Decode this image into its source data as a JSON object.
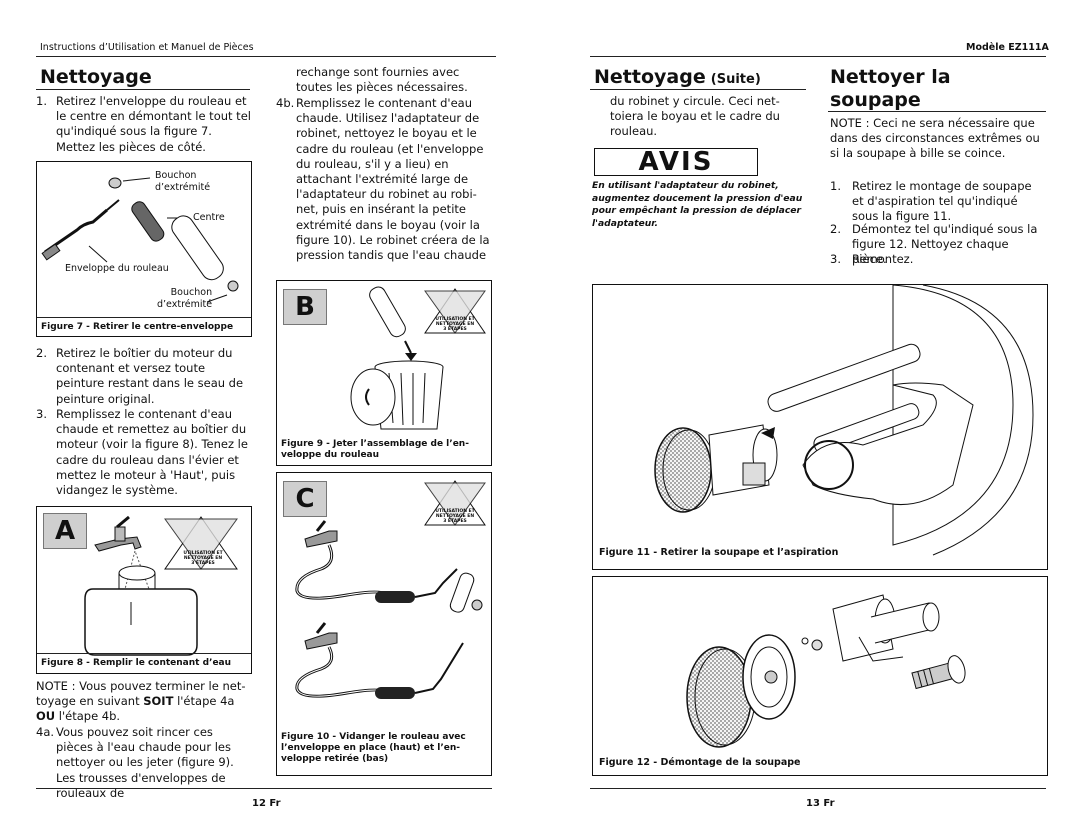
{
  "header": {
    "left": "Instructions d’Utilisation et Manuel de Pièces",
    "right": "Modèle EZ111A"
  },
  "left_page": {
    "title": "Nettoyage",
    "step1_num": "1.",
    "step1_text": "Retirez l'enveloppe du rouleau et le centre en démontant le tout tel qu'indiqué sous la figure 7. Mettez les pièces de côté.",
    "fig7": {
      "label_bouchon1": "Bouchon\nd’extrémité",
      "label_centre": "Centre",
      "label_enveloppe": "Enveloppe du rouleau",
      "label_bouchon2": "Bouchon\nd’extrémité",
      "caption": "Figure 7 - Retirer le centre-enveloppe"
    },
    "step2_num": "2.",
    "step2_text": "Retirez le boîtier du moteur du contenant et versez toute peinture restant dans le seau de peinture original.",
    "step3_num": "3.",
    "step3_text": "Remplissez le contenant d'eau chaude et remettez au boîtier du moteur (voir la figure 8). Tenez le cadre du rouleau dans l'évier et mettez le moteur à 'Haut', puis vidangez le système.",
    "fig8": {
      "letter": "A",
      "badge": "UTILISATION ET NETTOYAGE EN 3 ÉTAPES",
      "caption": "Figure 8 - Remplir le contenant d’eau"
    },
    "note_line1": "NOTE : Vous pouvez terminer le net-",
    "note_line2": "toyage en suivant",
    "note_soit": "SOIT",
    "note_line2b": "l'étape 4a",
    "note_ou": "OU",
    "note_line3b": "l'étape 4b.",
    "step4a_num": "4a.",
    "step4a_text": "Vous pouvez soit rincer ces pièces à l'eau chaude pour les nettoyer ou les jeter (figure 9). Les trousses d'enveloppes de rouleaux de",
    "col2_cont": "rechange sont fournies avec toutes les pièces nécessaires.",
    "step4b_num": "4b.",
    "step4b_text": "Remplissez le contenant d'eau chaude. Utilisez l'adaptateur de robinet, nettoyez le boyau et le cadre du rouleau (et l'enveloppe du rouleau, s'il y a lieu) en attachant l'extrémité large de l'adaptateur du robinet au robi-net, puis en insérant la petite extrémité dans le boyau (voir la figure 10). Le robinet créera de la pression tandis que l'eau chaude",
    "fig9": {
      "letter": "B",
      "badge": "UTILISATION ET NETTOYAGE EN 3 ÉTAPES",
      "caption": "Figure 9 - Jeter l’assemblage de l’en-veloppe du rouleau"
    },
    "fig10": {
      "letter": "C",
      "badge": "UTILISATION ET NETTOYAGE EN 3 ÉTAPES",
      "caption": "Figure 10 - Vidanger le rouleau avec l’enveloppe en place (haut) et l’en-veloppe retirée (bas)"
    },
    "page_num": "12 Fr"
  },
  "right_page": {
    "title": "Nettoyage",
    "title_suite": "(Suite)",
    "cont_text": "du robinet y circule. Ceci net-toiera le boyau et le cadre du rouleau.",
    "avis": "AVIS",
    "avis_text": "En utilisant l'adaptateur du robinet, augmentez doucement la pression d'eau pour empêchant la pression de déplacer l'adaptateur.",
    "title2_line1": "Nettoyer la",
    "title2_line2": "soupape",
    "note": "NOTE : Ceci ne sera nécessaire que dans des circonstances extrêmes ou si la soupape à bille se coince.",
    "s1_num": "1.",
    "s1_text": "Retirez le montage de soupape et d'aspiration tel qu'indiqué sous la figure 11.",
    "s2_num": "2.",
    "s2_text": "Démontez tel qu'indiqué sous la figure 12. Nettoyez chaque pièce.",
    "s3_num": "3.",
    "s3_text": "Remontez.",
    "fig11_caption": "Figure 11 - Retirer la soupape et l’aspiration",
    "fig12_caption": "Figure 12 - Démontage de la soupape",
    "page_num": "13 Fr"
  }
}
